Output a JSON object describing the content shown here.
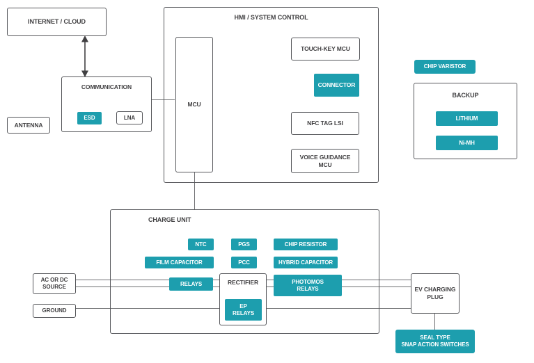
{
  "colors": {
    "accent_teal": "#1d9eae",
    "box_border_gray": "#55565a",
    "connector_line_gray": "#6d6e71",
    "text_dark": "#414042",
    "background": "#ffffff",
    "teal_label_text": "#ffffff"
  },
  "nodes": {
    "internet_cloud": {
      "label": "INTERNET / CLOUD"
    },
    "antenna": {
      "label": "ANTENNA"
    },
    "communication": {
      "title": "COMMUNICATION",
      "esd": "ESD",
      "lna": "LNA"
    },
    "hmi": {
      "title": "HMI / SYSTEM CONTROL",
      "mcu": "MCU",
      "touch_key_mcu": "TOUCH-KEY MCU",
      "connector": "CONNECTOR",
      "nfc_tag_lsi": "NFC TAG LSI",
      "voice_guidance_mcu": "VOICE GUIDANCE\nMCU"
    },
    "chip_varistor": {
      "label": "CHIP VARISTOR"
    },
    "backup": {
      "title": "BACKUP",
      "lithium": "LITHIUM",
      "ni_mh": "Ni-MH"
    },
    "charge_unit": {
      "title": "CHARGE UNIT",
      "ntc": "NTC",
      "pgs": "PGS",
      "chip_resistor": "CHIP RESISTOR",
      "film_capacitor": "FILM CAPACITOR",
      "pcc": "PCC",
      "hybrid_capacitor": "HYBRID CAPACITOR",
      "relays": "RELAYS",
      "rectifier": "RECTIFIER",
      "ep_relays": "EP\nRELAYS",
      "photomos_relays": "PHOTOMOS\nRELAYS"
    },
    "ac_dc_source": {
      "label": "AC OR DC\nSOURCE"
    },
    "ground": {
      "label": "GROUND"
    },
    "ev_charging_plug": {
      "label": "EV CHARGING\nPLUG"
    },
    "seal_type_switches": {
      "label": "SEAL TYPE\nSNAP ACTION SWITCHES"
    }
  }
}
